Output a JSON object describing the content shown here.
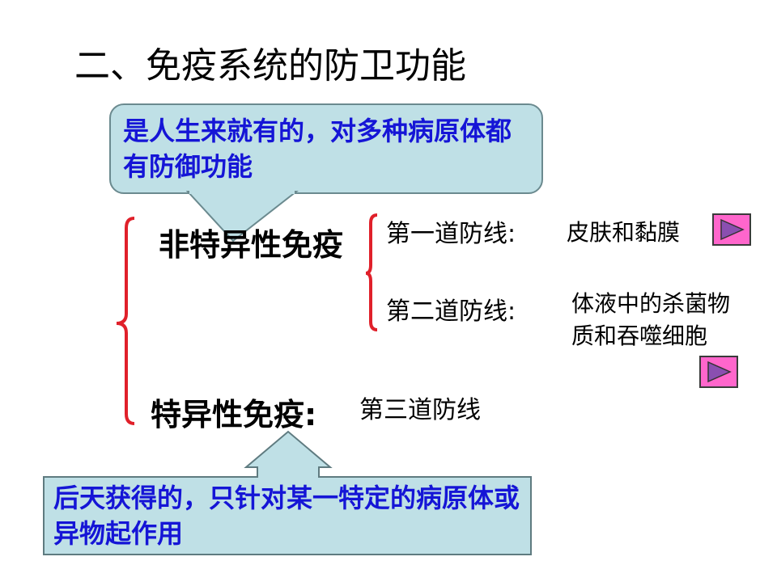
{
  "title": "二、免疫系统的防卫功能",
  "callout_top": "是人生来就有的，对多种病原体都有防御功能",
  "nonspecific": "非特异性免疫",
  "line1_label": "第一道防线:",
  "line1_desc": "皮肤和黏膜",
  "line2_label": "第二道防线:",
  "line2_desc_1": "体液中的杀菌物",
  "line2_desc_2": "质和吞噬细胞",
  "specific": "特异性免疫:",
  "line3_label": "第三道防线",
  "callout_bottom": "后天获得的，只针对某一特定的病原体或异物起作用",
  "icons": {
    "nav": "play-arrow-icon"
  },
  "colors": {
    "callout_fill": "#bfe0e6",
    "callout_text": "#1515d6",
    "bracket": "#e0202a",
    "nav_button": "#ff66cc",
    "nav_arrow": "#8a4fb0"
  }
}
